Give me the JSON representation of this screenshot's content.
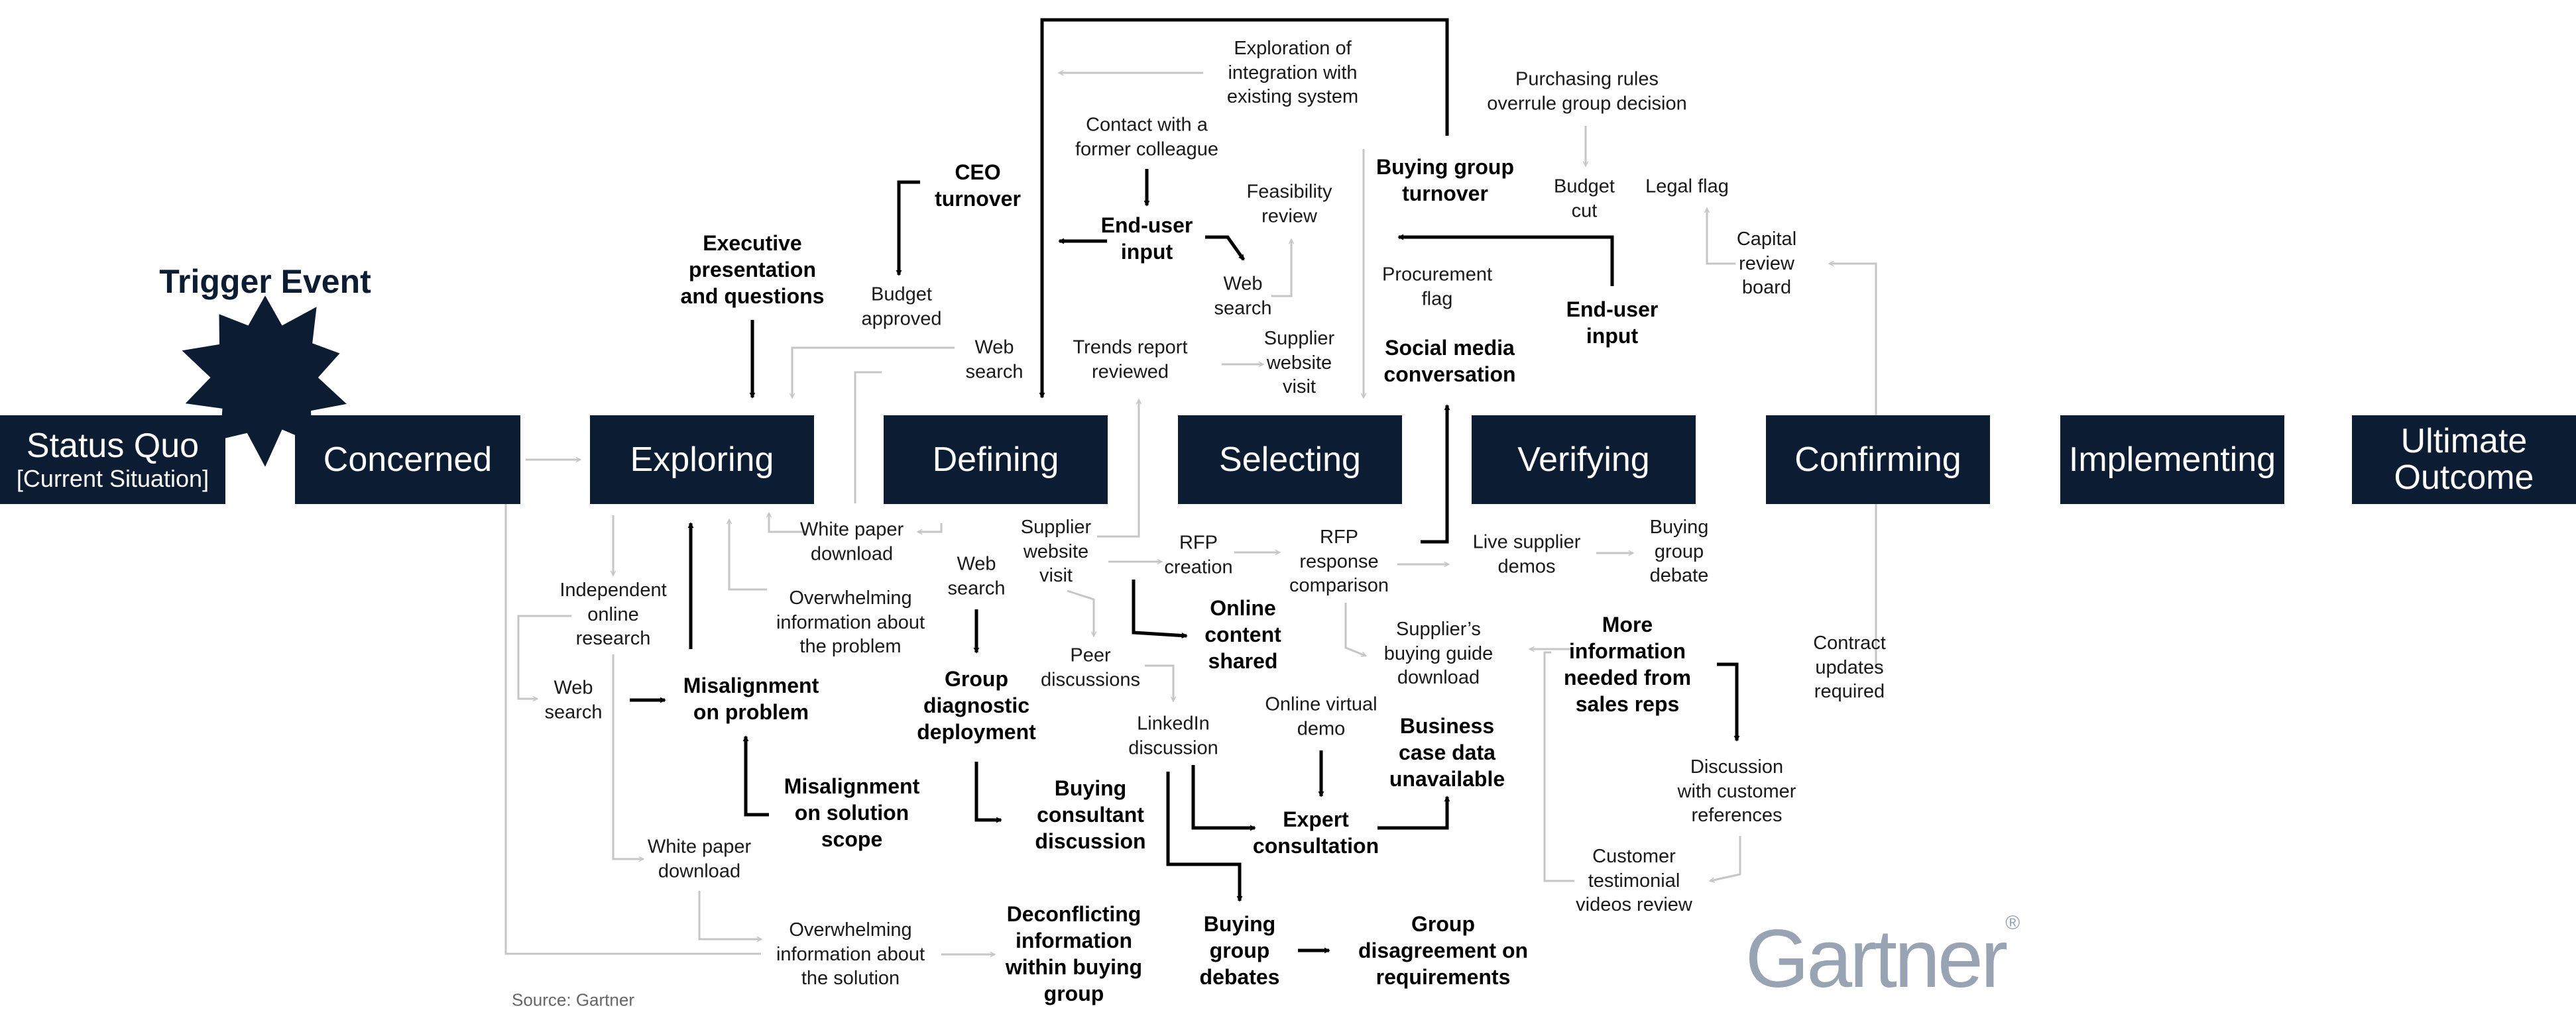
{
  "trigger_event": "Trigger Event",
  "stages": [
    {
      "name": "Status Quo",
      "sub": "[Current Situation]"
    },
    {
      "name": "Concerned"
    },
    {
      "name": "Exploring"
    },
    {
      "name": "Defining"
    },
    {
      "name": "Selecting"
    },
    {
      "name": "Verifying"
    },
    {
      "name": "Confirming"
    },
    {
      "name": "Implementing"
    },
    {
      "name": "Ultimate\nOutcome"
    }
  ],
  "events": [
    {
      "id": "exec-presentation",
      "text": "Executive\npresentation\nand questions",
      "bold": true
    },
    {
      "id": "ceo-turnover",
      "text": "CEO\nturnover",
      "bold": true
    },
    {
      "id": "budget-approved",
      "text": "Budget\napproved",
      "bold": false
    },
    {
      "id": "web-search-top",
      "text": "Web\nsearch",
      "bold": false
    },
    {
      "id": "exploration-integration",
      "text": "Exploration of\nintegration with\nexisting system",
      "bold": false
    },
    {
      "id": "contact-colleague",
      "text": "Contact with a\nformer colleague",
      "bold": false
    },
    {
      "id": "end-user-input-1",
      "text": "End-user\ninput",
      "bold": true
    },
    {
      "id": "feasibility-review",
      "text": "Feasibility\nreview",
      "bold": false
    },
    {
      "id": "web-search-mid",
      "text": "Web\nsearch",
      "bold": false
    },
    {
      "id": "trends-report",
      "text": "Trends report\nreviewed",
      "bold": false
    },
    {
      "id": "supplier-visit-top",
      "text": "Supplier\nwebsite\nvisit",
      "bold": false
    },
    {
      "id": "buying-group-turnover",
      "text": "Buying group\nturnover",
      "bold": true
    },
    {
      "id": "procurement-flag",
      "text": "Procurement\nflag",
      "bold": false
    },
    {
      "id": "social-media",
      "text": "Social media\nconversation",
      "bold": true
    },
    {
      "id": "purchasing-rules",
      "text": "Purchasing rules\noverrule group decision",
      "bold": false
    },
    {
      "id": "budget-cut",
      "text": "Budget\ncut",
      "bold": false
    },
    {
      "id": "legal-flag",
      "text": "Legal flag",
      "bold": false
    },
    {
      "id": "end-user-input-2",
      "text": "End-user\ninput",
      "bold": true
    },
    {
      "id": "capital-review",
      "text": "Capital\nreview\nboard",
      "bold": false
    },
    {
      "id": "white-paper-1",
      "text": "White paper\ndownload",
      "bold": false
    },
    {
      "id": "independent-research",
      "text": "Independent\nonline\nresearch",
      "bold": false
    },
    {
      "id": "overwhelming-problem",
      "text": "Overwhelming\ninformation about\nthe problem",
      "bold": false
    },
    {
      "id": "web-search-left",
      "text": "Web\nsearch",
      "bold": false
    },
    {
      "id": "misalignment-problem",
      "text": "Misalignment\non problem",
      "bold": true
    },
    {
      "id": "misalignment-scope",
      "text": "Misalignment\non solution\nscope",
      "bold": true
    },
    {
      "id": "white-paper-2",
      "text": "White paper\ndownload",
      "bold": false
    },
    {
      "id": "overwhelming-solution",
      "text": "Overwhelming\ninformation about\nthe solution",
      "bold": false
    },
    {
      "id": "web-search-defining",
      "text": "Web\nsearch",
      "bold": false
    },
    {
      "id": "group-diagnostic",
      "text": "Group\ndiagnostic\ndeployment",
      "bold": true
    },
    {
      "id": "buying-consultant",
      "text": "Buying\nconsultant\ndiscussion",
      "bold": true
    },
    {
      "id": "deconflicting",
      "text": "Deconflicting\ninformation\nwithin buying\ngroup",
      "bold": true
    },
    {
      "id": "supplier-visit-bottom",
      "text": "Supplier\nwebsite\nvisit",
      "bold": false
    },
    {
      "id": "peer-discussions",
      "text": "Peer\ndiscussions",
      "bold": false
    },
    {
      "id": "linkedin",
      "text": "LinkedIn\ndiscussion",
      "bold": false
    },
    {
      "id": "online-content",
      "text": "Online\ncontent\nshared",
      "bold": true
    },
    {
      "id": "buying-group-debates",
      "text": "Buying\ngroup\ndebates",
      "bold": true
    },
    {
      "id": "rfp-creation",
      "text": "RFP\ncreation",
      "bold": false
    },
    {
      "id": "rfp-comparison",
      "text": "RFP\nresponse\ncomparison",
      "bold": false
    },
    {
      "id": "buying-guide",
      "text": "Supplier’s\nbuying guide\ndownload",
      "bold": false
    },
    {
      "id": "online-demo",
      "text": "Online virtual\ndemo",
      "bold": false
    },
    {
      "id": "expert-consultation",
      "text": "Expert\nconsultation",
      "bold": true
    },
    {
      "id": "business-case",
      "text": "Business\ncase data\nunavailable",
      "bold": true
    },
    {
      "id": "group-disagreement",
      "text": "Group\ndisagreement on\nrequirements",
      "bold": true
    },
    {
      "id": "live-demos",
      "text": "Live supplier\ndemos",
      "bold": false
    },
    {
      "id": "buying-group-debate",
      "text": "Buying\ngroup\ndebate",
      "bold": false
    },
    {
      "id": "more-info",
      "text": "More\ninformation\nneeded from\nsales reps",
      "bold": true
    },
    {
      "id": "contract-updates",
      "text": "Contract\nupdates\nrequired",
      "bold": false
    },
    {
      "id": "customer-references",
      "text": "Discussion\nwith customer\nreferences",
      "bold": false
    },
    {
      "id": "testimonial-videos",
      "text": "Customer\ntestimonial\nvideos review",
      "bold": false
    }
  ],
  "source": "Source: Gartner",
  "logo": "Gartner",
  "colors": {
    "stage_fill": "#0b1c33",
    "bold_line": "#000000",
    "light_line": "#c6c6c6",
    "logo": "#98a3b3"
  }
}
